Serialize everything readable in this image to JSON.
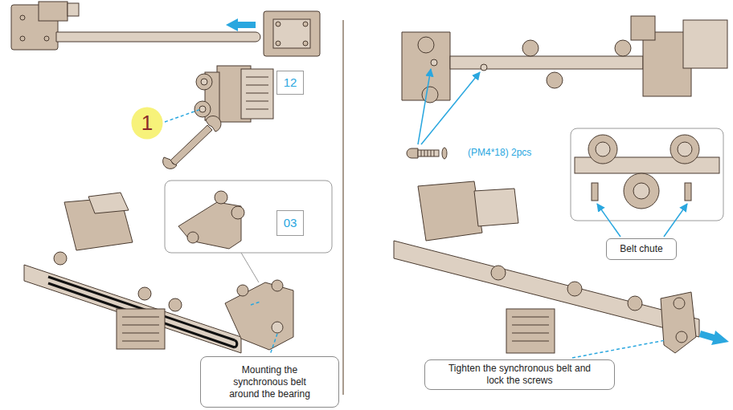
{
  "diagram": {
    "nodes": [
      {
        "text": [
          "12"
        ]
      },
      {
        "text": [
          "1"
        ]
      },
      {
        "text": [
          "03"
        ]
      },
      {
        "text": [
          "Mounting the synchronous belt around the bearing"
        ]
      },
      {
        "text": [
          "Belt chute"
        ]
      },
      {
        "text": [
          "Tighten the synchronous belt and lock the screws"
        ]
      }
    ],
    "labels": [
      "(PM4*18) 2pcs"
    ]
  }
}
